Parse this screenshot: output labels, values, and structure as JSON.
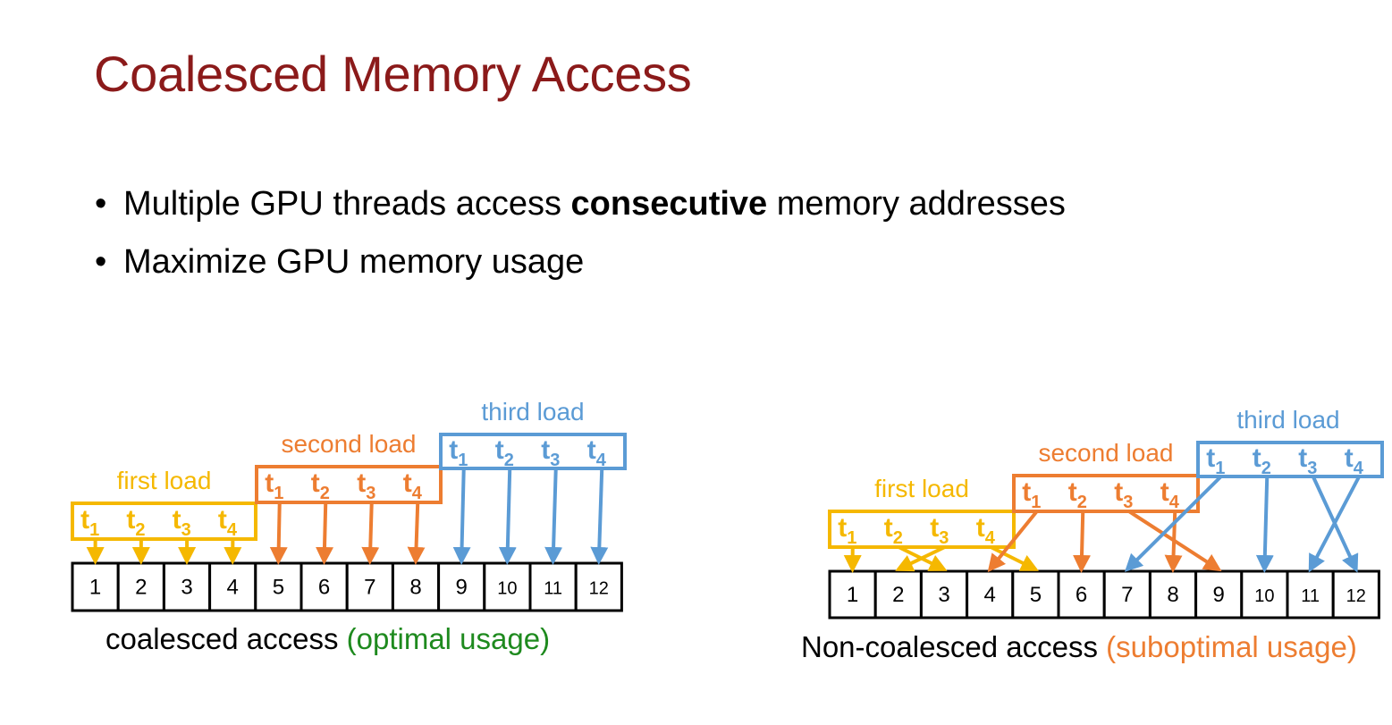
{
  "slide": {
    "title": "Coalesced Memory Access",
    "bullets": [
      {
        "before": "Multiple GPU threads access ",
        "bold": "consecutive",
        "after": " memory addresses"
      },
      {
        "before": "Maximize GPU memory usage",
        "bold": "",
        "after": ""
      }
    ]
  },
  "colors": {
    "title": "#8b1a1a",
    "first_load": "#f5b800",
    "second_load": "#ed7d31",
    "third_load": "#5b9bd5",
    "optimal": "#1e8a1e",
    "suboptimal": "#ed7d31"
  },
  "thread_labels": [
    "1",
    "2",
    "3",
    "4"
  ],
  "memory_cells": [
    "1",
    "2",
    "3",
    "4",
    "5",
    "6",
    "7",
    "8",
    "9",
    "10",
    "11",
    "12"
  ],
  "coalesced": {
    "caption_main": "coalesced access ",
    "caption_paren": "(optimal usage)",
    "loads": [
      {
        "label": "first load",
        "color": "first_load",
        "targets": [
          1,
          2,
          3,
          4
        ]
      },
      {
        "label": "second load",
        "color": "second_load",
        "targets": [
          5,
          6,
          7,
          8
        ]
      },
      {
        "label": "third load",
        "color": "third_load",
        "targets": [
          9,
          10,
          11,
          12
        ]
      }
    ]
  },
  "noncoalesced": {
    "caption_main": "Non-coalesced access ",
    "caption_paren": "(suboptimal usage)",
    "loads": [
      {
        "label": "first load",
        "color": "first_load",
        "targets": [
          1,
          3,
          2,
          5
        ]
      },
      {
        "label": "second load",
        "color": "second_load",
        "targets": [
          4,
          6,
          9,
          8
        ]
      },
      {
        "label": "third load",
        "color": "third_load",
        "targets": [
          7,
          10,
          12,
          11
        ]
      }
    ]
  }
}
